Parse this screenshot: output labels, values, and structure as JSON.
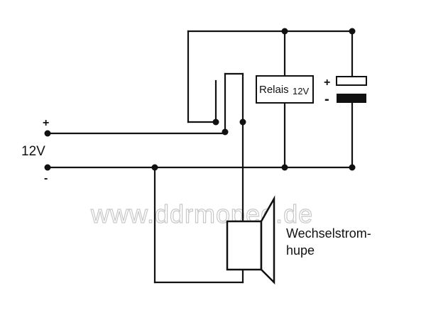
{
  "supply": {
    "voltage_label": "12V",
    "plus_label": "+",
    "minus_label": "-"
  },
  "relay": {
    "name": "Relais",
    "voltage": "12V"
  },
  "capacitor": {
    "plus_label": "+",
    "minus_label": "-"
  },
  "horn": {
    "label_line1": "Wechselstrom-",
    "label_line2": "hupe"
  },
  "watermark": "www.ddrmoped.de"
}
